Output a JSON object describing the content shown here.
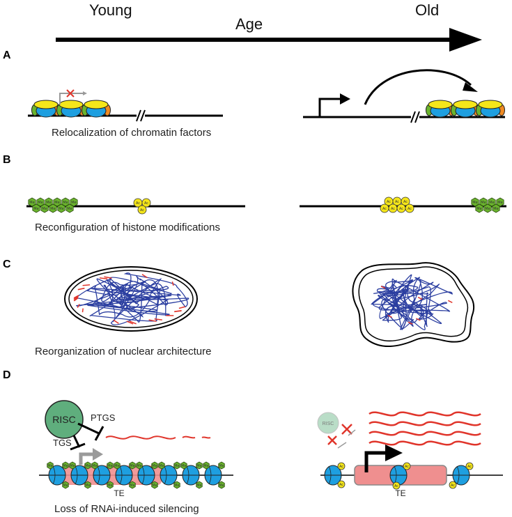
{
  "header": {
    "young": "Young",
    "age": "Age",
    "old": "Old"
  },
  "panels": {
    "a": {
      "letter": "A",
      "caption": "Relocalization of chromatin factors"
    },
    "b": {
      "letter": "B",
      "caption": "Reconfiguration of histone modifications"
    },
    "c": {
      "letter": "C",
      "caption": "Reorganization of nuclear architecture"
    },
    "d": {
      "letter": "D",
      "caption": "Loss of RNAi-induced silencing",
      "risc": "RISC",
      "ptgs": "PTGS",
      "tgs": "TGS",
      "te": "TE",
      "risc_faded": "RISC"
    }
  },
  "marks": {
    "me": "Me",
    "ac": "Ac"
  },
  "colors": {
    "nucleosome_blue": "#1e9fe0",
    "green": "#6ab42d",
    "yellow": "#f5e61a",
    "orange": "#f08a22",
    "red": "#e0352b",
    "risc_green": "#5fae7d",
    "te_pink": "#ef8f8f",
    "chromatin_blue": "#2b3ea0"
  }
}
